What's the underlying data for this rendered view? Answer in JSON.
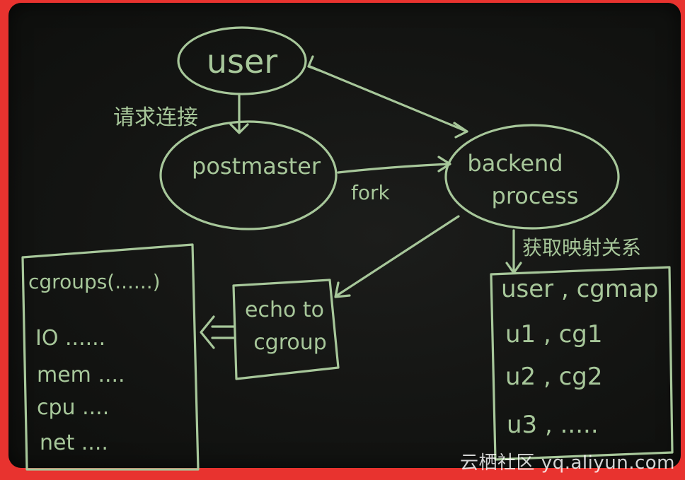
{
  "nodes": {
    "user": "user",
    "postmaster": "postmaster",
    "backend": [
      "backend",
      "process"
    ],
    "echo": [
      "echo to",
      "cgroup"
    ]
  },
  "edges": {
    "request_connect": "请求连接",
    "fork": "fork",
    "get_mapping": "获取映射关系"
  },
  "cgroups_box": {
    "title": "cgroups(......)",
    "items": [
      "IO ......",
      "mem ....",
      "cpu ....",
      "net ...."
    ]
  },
  "cgmap_box": {
    "rows": [
      "user , cgmap",
      "u1 , cg1",
      "u2 , cg2",
      "u3 , ....."
    ]
  },
  "watermark": "云栖社区 yq.aliyun.com",
  "colors": {
    "chalk": "#a7c79a",
    "board": "#141513",
    "frame": "#e8332f"
  }
}
